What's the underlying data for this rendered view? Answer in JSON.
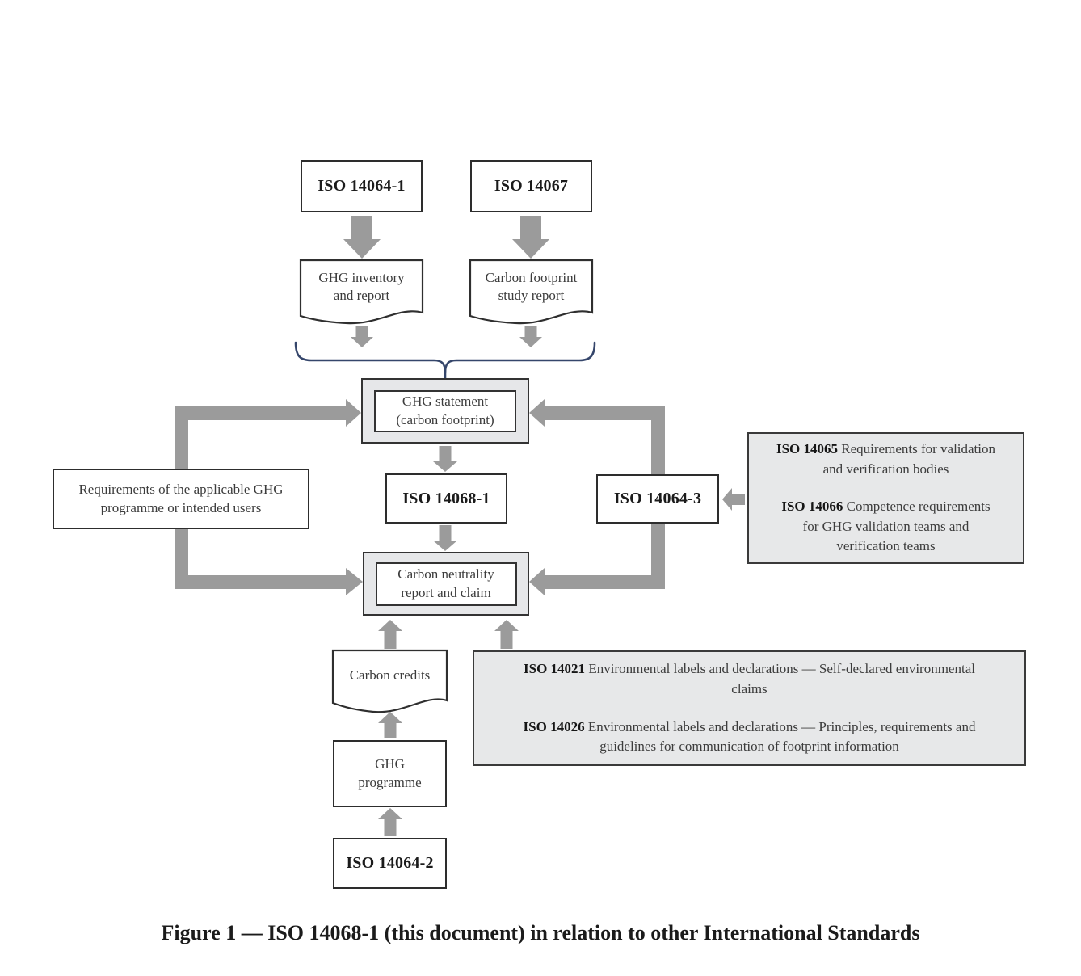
{
  "caption": "Figure 1 — ISO 14068-1 (this document) in relation to other International Standards",
  "nodes": {
    "iso14064_1": "ISO 14064-1",
    "iso14067": "ISO 14067",
    "ghg_inventory": "GHG inventory\nand report",
    "carbon_footprint_report": "Carbon footprint\nstudy report",
    "ghg_statement": "GHG statement\n(carbon footprint)",
    "iso14068_1": "ISO 14068-1",
    "iso14064_3": "ISO 14064-3",
    "carbon_neutrality": "Carbon neutrality\nreport and claim",
    "requirements": "Requirements of the applicable GHG\nprogramme or intended users",
    "carbon_credits": "Carbon credits",
    "ghg_programme": "GHG\nprogramme",
    "iso14064_2": "ISO 14064-2"
  },
  "validation_panel": {
    "items": [
      {
        "code": "ISO 14065",
        "text": "Requirements for validation\nand verification bodies"
      },
      {
        "code": "ISO 14066",
        "text": "Competence requirements\nfor GHG validation teams and\nverification teams"
      }
    ]
  },
  "labels_panel": {
    "items": [
      {
        "code": "ISO 14021",
        "text": "Environmental labels and declarations — Self-declared environmental\nclaims"
      },
      {
        "code": "ISO 14026",
        "text": "Environmental labels and declarations — Principles, requirements and\nguidelines for communication of footprint information"
      }
    ]
  },
  "colors": {
    "arrow_gray": "#9b9b9b",
    "box_border": "#2d2d2d",
    "panel_fill": "#e6e7e9",
    "brace_blue": "#35466b",
    "text": "#3c3c3c"
  }
}
